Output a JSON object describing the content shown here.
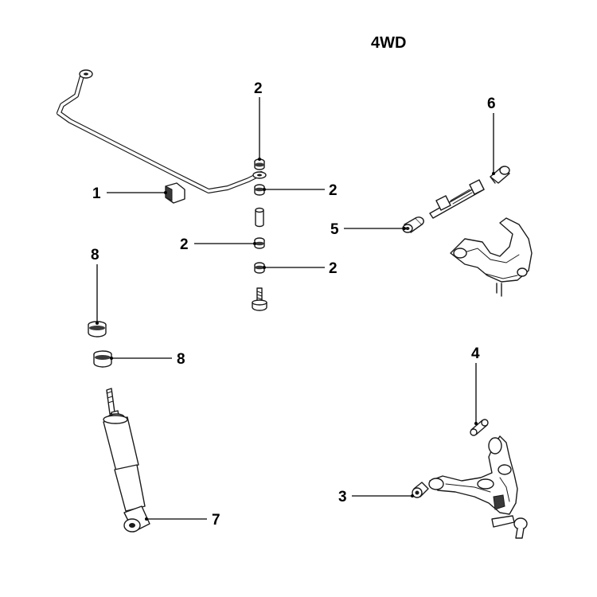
{
  "diagram": {
    "title": "4WD",
    "callouts": {
      "stabilizer_bushing": "1",
      "link_upper_a": "2",
      "link_upper_b": "2",
      "link_middle": "2",
      "link_lower": "2",
      "lower_arm_bushing": "3",
      "lower_arm_bushing_small": "4",
      "upper_arm_bushing": "5",
      "upper_arm_bolt": "6",
      "shock_absorber": "7",
      "shock_bushing_upper": "8",
      "shock_bushing_lower": "8"
    }
  }
}
